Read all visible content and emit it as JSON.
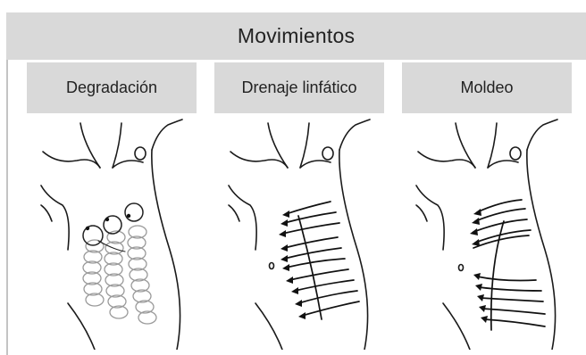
{
  "header": {
    "title": "Movimientos"
  },
  "columns": [
    {
      "label": "Degradación",
      "illustration": "torso-circles-diagram"
    },
    {
      "label": "Drenaje linfático",
      "illustration": "torso-drainage-arrows-diagram"
    },
    {
      "label": "Moldeo",
      "illustration": "torso-crossing-arrows-diagram"
    }
  ],
  "colors": {
    "header_bg": "#d9d9d9",
    "line": "#1a1a1a",
    "circles": "#9a9a9a"
  }
}
